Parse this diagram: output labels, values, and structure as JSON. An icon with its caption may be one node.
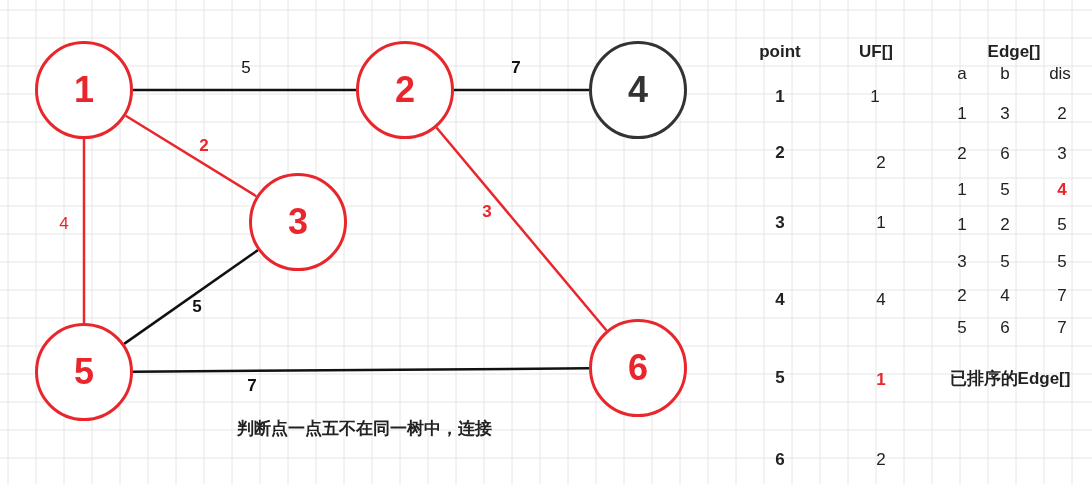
{
  "diagram": {
    "nodes": [
      {
        "text": [
          "1"
        ]
      },
      {
        "text": [
          "2"
        ]
      },
      {
        "text": [
          "4"
        ]
      },
      {
        "text": [
          "3"
        ]
      },
      {
        "text": [
          "5"
        ]
      },
      {
        "text": [
          "6"
        ]
      }
    ],
    "edges": [
      {
        "from": 0,
        "to": 1,
        "arrow": "none",
        "label": "5"
      },
      {
        "from": 1,
        "to": 2,
        "arrow": "none",
        "label": "7"
      },
      {
        "from": 0,
        "to": 3,
        "arrow": "none",
        "label": "2",
        "color": "#e8262b"
      },
      {
        "from": 1,
        "to": 5,
        "arrow": "none",
        "label": "3",
        "color": "#e8262b"
      },
      {
        "from": 0,
        "to": 4,
        "arrow": "none",
        "label": "4",
        "color": "#e8262b"
      },
      {
        "from": 3,
        "to": 4,
        "arrow": "none",
        "label": "5"
      },
      {
        "from": 4,
        "to": 5,
        "arrow": "none",
        "label": "7"
      }
    ],
    "labels": [
      "point",
      "UF[]",
      "Edge[]",
      "a",
      "b",
      "dis",
      "1",
      "1",
      "1",
      "3",
      "2",
      "2",
      "2",
      "6",
      "3",
      "2",
      "1",
      "5",
      "4",
      "3",
      "1",
      "1",
      "2",
      "5",
      "3",
      "5",
      "5",
      "4",
      "4",
      "2",
      "4",
      "7",
      "5",
      "6",
      "7",
      "5",
      "1",
      "已排序的Edge[]",
      "判断点一点五不在同一树中，连接",
      "6",
      "2"
    ]
  }
}
